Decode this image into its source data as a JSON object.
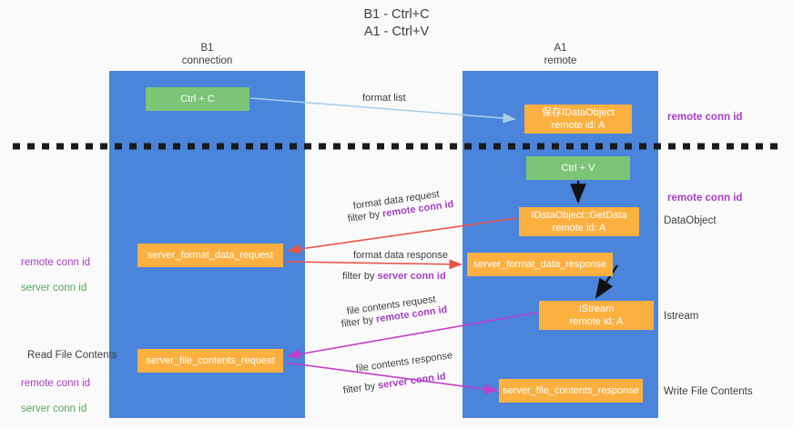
{
  "title": "B1 - Ctrl+C\nA1 - Ctrl+V",
  "columns": [
    {
      "id": "b1",
      "head": "B1\nconnection",
      "color": "#4a84db"
    },
    {
      "id": "a1",
      "head": "A1\nremote",
      "color": "#4a84db"
    }
  ],
  "nodes": {
    "ctrl_c": "Ctrl + C",
    "ctrl_v": "Ctrl + V",
    "dataobject_save": "保存IDataObject\nremote id: A",
    "getdata": "IDataObject::GetData\nremote id: A",
    "istream": "IStream\nremote id: A",
    "server_format_data_request": "server_format_data_request",
    "server_format_data_response": "server_format_data_response",
    "server_file_contents_request": "server_file_contents_request",
    "server_file_contents_response": "server_file_contents_response"
  },
  "right_labels": {
    "remote_conn_id_top": "remote conn id",
    "remote_conn_id_mid": "remote conn id",
    "dataobject": "DataObject",
    "istream": "Istream",
    "write_file_contents": "Write File Contents"
  },
  "left_labels": {
    "remote_conn_id_mid": "remote conn id",
    "server_conn_id_mid": "server conn id",
    "read_file_contents": "Read File Contents",
    "remote_conn_id_bottom": "remote conn id",
    "server_conn_id_bottom": "server conn id"
  },
  "edges": {
    "format_list": "format list",
    "format_data_request": "format data request",
    "format_data_request_filter_prefix": "filter by ",
    "format_data_request_filter_key": "remote conn id",
    "format_data_response": "format data response",
    "format_data_response_filter_prefix": "filter by ",
    "format_data_response_filter_key": "server conn id",
    "file_contents_request": "file contents request",
    "file_contents_request_filter_prefix": "filter by ",
    "file_contents_request_filter_key": "remote conn id",
    "file_contents_response": "file contents response",
    "file_contents_response_filter_prefix": "filter by ",
    "file_contents_response_filter_key": "server conn id"
  },
  "colors": {
    "column_blue": "#4a84db",
    "node_green": "#7cc576",
    "node_orange": "#fbb040",
    "accent_purple": "#a63fc4",
    "accent_green_text": "#56a656",
    "arrow_red": "#e8564a",
    "arrow_magenta": "#c23fc8",
    "arrow_lightblue": "#a8cdeb",
    "divider_black": "#1a1a1a",
    "background": "#fafafa"
  }
}
